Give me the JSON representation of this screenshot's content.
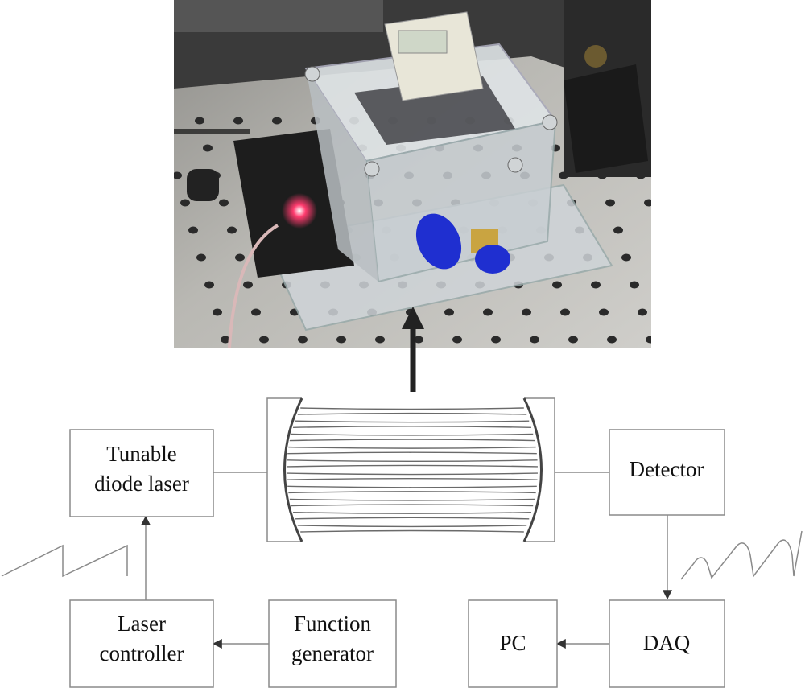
{
  "blocks": {
    "laser": [
      "Tunable",
      "diode laser"
    ],
    "detector": [
      "Detector"
    ],
    "laser_controller": [
      "Laser",
      "controller"
    ],
    "function_generator": [
      "Function",
      "generator"
    ],
    "pc": [
      "PC"
    ],
    "daq": [
      "DAQ"
    ]
  },
  "colors": {
    "box_stroke": "#8a8a8a",
    "text": "#111111",
    "photo_table": "#b7b6b1",
    "photo_acrylic": "#d9dde0",
    "photo_blue_fitting": "#1f2fd0",
    "photo_brass": "#c9a441",
    "photo_laser_dot": "#ff3b6e"
  },
  "photo": {
    "description_icon": "gas-cell-photo"
  },
  "cell": {
    "passes": 20
  }
}
